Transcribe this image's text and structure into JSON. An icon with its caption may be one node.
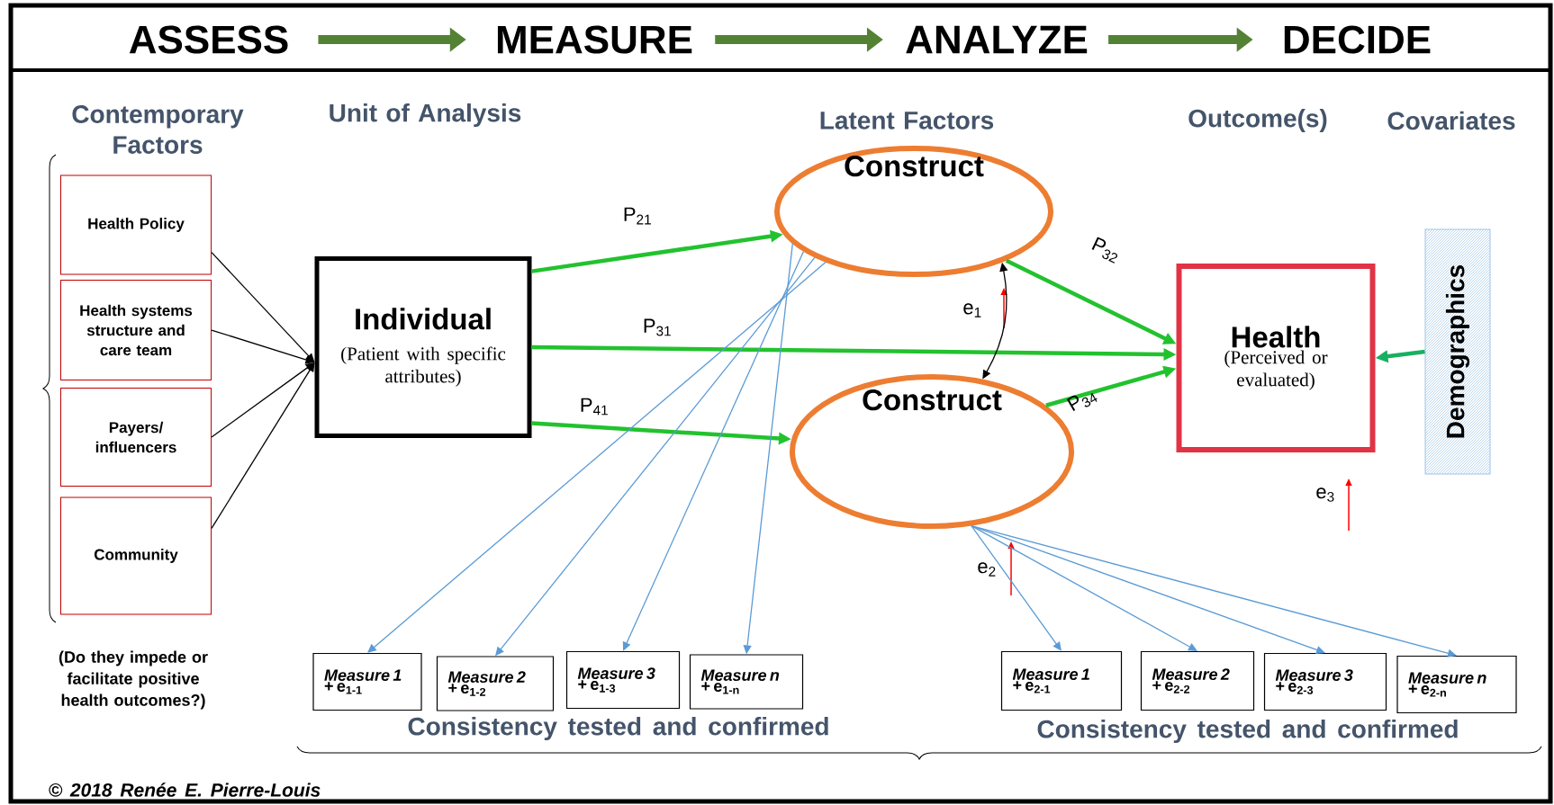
{
  "diagram": {
    "nodes": [
      {
        "text": [
          "ASSESS"
        ]
      },
      {
        "text": [
          "MEASURE"
        ]
      },
      {
        "text": [
          "ANALYZE"
        ]
      },
      {
        "text": [
          "DECIDE"
        ]
      },
      {
        "text": [
          "Health Policy"
        ]
      },
      {
        "text": [
          "Health systems structure and care team"
        ]
      },
      {
        "text": [
          "Payers/ influencers"
        ]
      },
      {
        "text": [
          "Community"
        ]
      },
      {
        "text": [
          "Individual",
          "(Patient with specific attributes)"
        ]
      },
      {
        "text": [
          "Construct"
        ]
      },
      {
        "text": [
          "Construct"
        ]
      },
      {
        "text": [
          "Health",
          "(Perceived or evaluated)"
        ]
      },
      {
        "text": [
          "Demographics"
        ]
      },
      {
        "text": [
          "Measure 1",
          "+ e$_{1-1}$"
        ]
      },
      {
        "text": [
          "Measure 2",
          "+ e$_{1-2}$"
        ]
      },
      {
        "text": [
          "Measure 3",
          "+ e$_{1-3}$"
        ]
      },
      {
        "text": [
          "Measure n",
          "+ e$_{1-n}$"
        ]
      },
      {
        "text": [
          "Measure 1",
          "+ e$_{2-1}$"
        ]
      },
      {
        "text": [
          "Measure 2",
          "+ e$_{2-2}$"
        ]
      },
      {
        "text": [
          "Measure 3",
          "+ e$_{2-3}$"
        ]
      },
      {
        "text": [
          "Measure n",
          "+ e$_{2-n}$"
        ]
      }
    ],
    "edges": [
      {
        "from": 0,
        "to": 1,
        "arrow": "to",
        "style": "thick",
        "color": "#548235"
      },
      {
        "from": 1,
        "to": 2,
        "arrow": "to",
        "style": "thick",
        "color": "#548235"
      },
      {
        "from": 2,
        "to": 3,
        "arrow": "to",
        "style": "thick",
        "color": "#548235"
      },
      {
        "from": 4,
        "to": 8,
        "arrow": "to",
        "color": "#000000"
      },
      {
        "from": 5,
        "to": 8,
        "arrow": "to",
        "color": "#000000"
      },
      {
        "from": 6,
        "to": 8,
        "arrow": "to",
        "color": "#000000"
      },
      {
        "from": 7,
        "to": 8,
        "arrow": "to",
        "color": "#000000"
      },
      {
        "from": 8,
        "to": 9,
        "arrow": "to",
        "label": "P$_{21}$",
        "style": "thick",
        "color": "#22c22e"
      },
      {
        "from": 8,
        "to": 11,
        "arrow": "to",
        "label": "P$_{31}$",
        "style": "thick",
        "color": "#22c22e"
      },
      {
        "from": 8,
        "to": 10,
        "arrow": "to",
        "label": "P$_{41}$",
        "style": "thick",
        "color": "#22c22e"
      },
      {
        "from": 9,
        "to": 11,
        "arrow": "to",
        "label": "P$_{32}$",
        "style": "thick",
        "color": "#22c22e"
      },
      {
        "from": 10,
        "to": 11,
        "arrow": "to",
        "label": "P$_{34}$",
        "style": "thick",
        "color": "#22c22e"
      },
      {
        "from": 9,
        "to": 10,
        "arrow": "both",
        "color": "#000000"
      },
      {
        "from": 12,
        "to": 11,
        "arrow": "to",
        "style": "thick",
        "color": "#18b060"
      },
      {
        "from": 9,
        "to": 13,
        "arrow": "to"
      },
      {
        "from": 9,
        "to": 14,
        "arrow": "to"
      },
      {
        "from": 9,
        "to": 15,
        "arrow": "to"
      },
      {
        "from": 9,
        "to": 16,
        "arrow": "to"
      },
      {
        "from": 10,
        "to": 17,
        "arrow": "to"
      },
      {
        "from": 10,
        "to": 18,
        "arrow": "to"
      },
      {
        "from": 10,
        "to": 19,
        "arrow": "to"
      },
      {
        "from": 10,
        "to": 20,
        "arrow": "to"
      }
    ],
    "labels": [
      "Contemporary Factors",
      "Unit of Analysis",
      "Latent Factors",
      "Outcome(s)",
      "Covariates",
      "e$_{1}$",
      "e$_{3}$",
      "e$_{2}$",
      "(Do they impede or facilitate positive health outcomes?)",
      "Consistency tested and confirmed",
      "Consistency tested and confirmed",
      "© 2018 Renée E. Pierre-Louis"
    ]
  }
}
